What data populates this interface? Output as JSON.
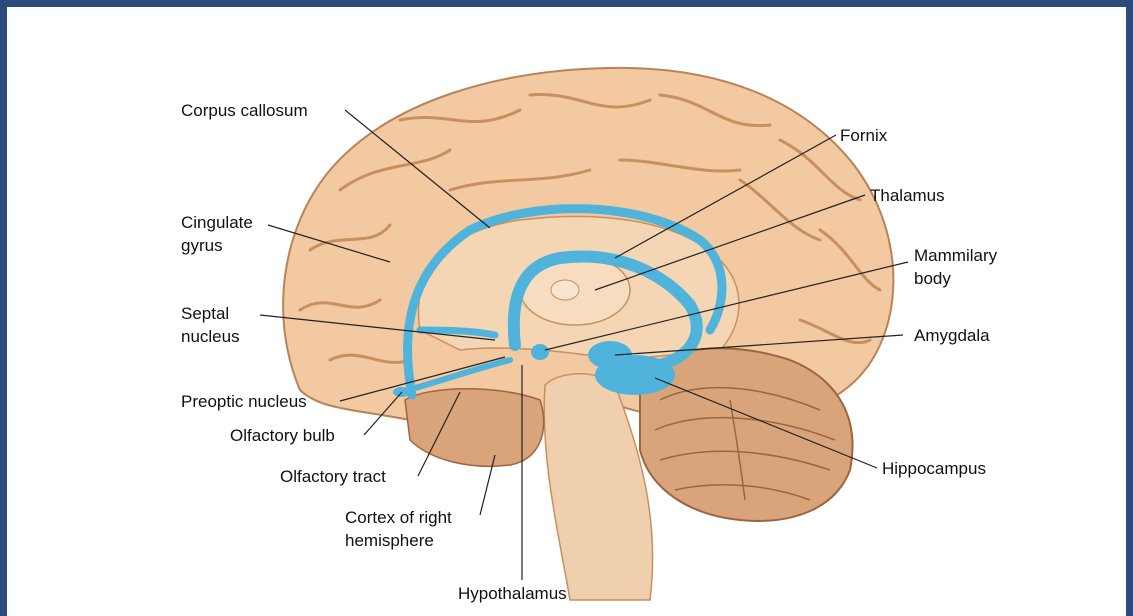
{
  "figure": {
    "labels": {
      "corpus_callosum": "Corpus callosum",
      "fornix": "Fornix",
      "thalamus": "Thalamus",
      "cingulate_gyrus": "Cingulate\ngyrus",
      "mammillary_body": "Mammilary\nbody",
      "septal_nucleus": "Septal\nnucleus",
      "amygdala": "Amygdala",
      "preoptic_nucleus": "Preoptic nucleus",
      "olfactory_bulb": "Olfactory bulb",
      "olfactory_tract": "Olfactory tract",
      "hippocampus": "Hippocampus",
      "cortex_right_hemisphere": "Cortex of right\nhemisphere",
      "hypothalamus": "Hypothalamus"
    },
    "colors": {
      "frame": "#2c4a7c",
      "cortex": "#f2c9a0",
      "gyri_lines": "#c98f5e",
      "limbic_blue": "#4fb3dc",
      "cerebellum": "#d9a47a",
      "brainstem": "#efcfae"
    }
  }
}
